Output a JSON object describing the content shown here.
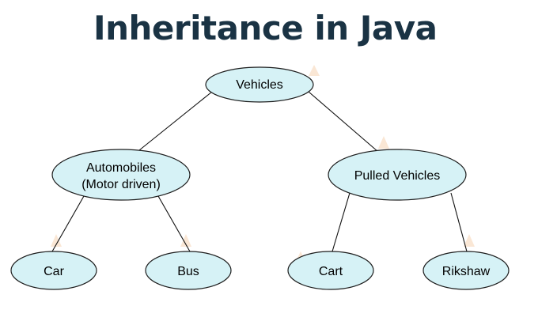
{
  "title": "Inheritance in Java",
  "diagram": {
    "nodes": {
      "vehicles": {
        "label": "Vehicles"
      },
      "automobiles": {
        "line1": "Automobiles",
        "line2": "(Motor driven)"
      },
      "pulled": {
        "label": "Pulled Vehicles"
      },
      "car": {
        "label": "Car"
      },
      "bus": {
        "label": "Bus"
      },
      "cart": {
        "label": "Cart"
      },
      "rikshaw": {
        "label": "Rikshaw"
      }
    },
    "edges": [
      {
        "from": "vehicles",
        "to": "automobiles"
      },
      {
        "from": "vehicles",
        "to": "pulled"
      },
      {
        "from": "automobiles",
        "to": "car"
      },
      {
        "from": "automobiles",
        "to": "bus"
      },
      {
        "from": "pulled",
        "to": "cart"
      },
      {
        "from": "pulled",
        "to": "rikshaw"
      }
    ]
  },
  "colors": {
    "title": "#1a3344",
    "node_fill": "#d6f2f6",
    "node_stroke": "#1d1d1d"
  }
}
